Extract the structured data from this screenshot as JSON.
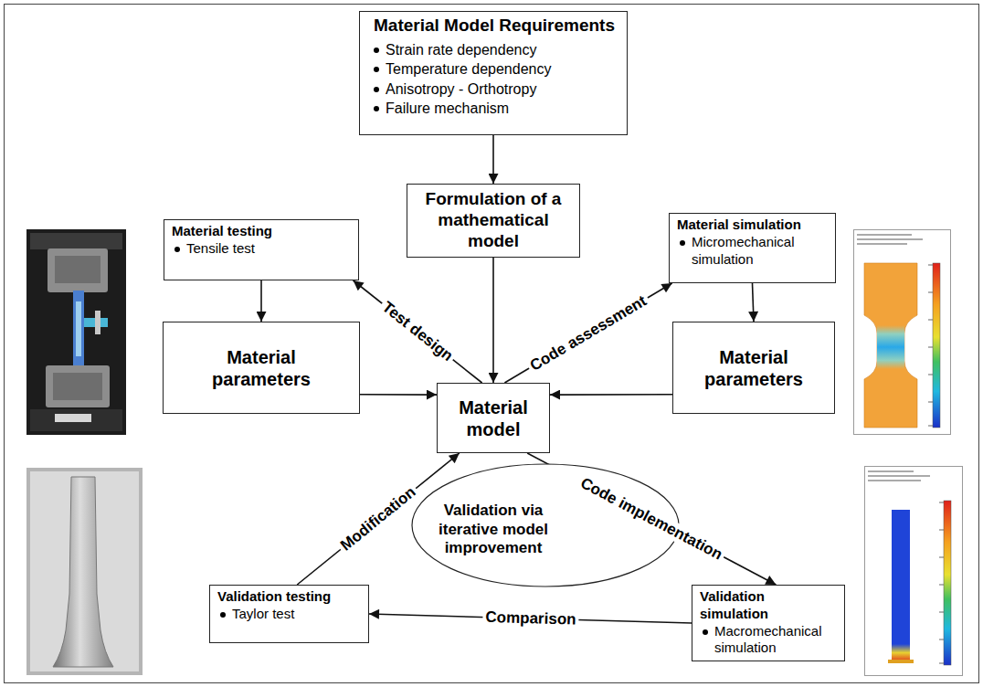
{
  "diagram": {
    "nodes": [
      {
        "text": [
          "Material Model Requirements",
          "Strain rate dependency",
          "Temperature dependency",
          "Anisotropy - Orthotropy",
          "Failure mechanism"
        ]
      },
      {
        "text": [
          "Formulation of a mathematical model"
        ]
      },
      {
        "text": [
          "Material testing",
          "Tensile test"
        ]
      },
      {
        "text": [
          "Material simulation",
          "Micromechanical simulation"
        ]
      },
      {
        "text": [
          "Material parameters"
        ]
      },
      {
        "text": [
          "Material model"
        ]
      },
      {
        "text": [
          "Material parameters"
        ]
      },
      {
        "text": [
          "Validation via iterative model improvement"
        ]
      },
      {
        "text": [
          "Validation testing",
          "Taylor test"
        ]
      },
      {
        "text": [
          "Validation simulation",
          "Macromechanical simulation"
        ]
      }
    ],
    "edges": [
      {
        "from": 0,
        "to": 1,
        "arrow": "to"
      },
      {
        "from": 1,
        "to": 5,
        "arrow": "to"
      },
      {
        "from": 5,
        "to": 2,
        "label": "Test design",
        "arrow": "to"
      },
      {
        "from": 5,
        "to": 3,
        "label": "Code assessment",
        "arrow": "to"
      },
      {
        "from": 2,
        "to": 4,
        "arrow": "to"
      },
      {
        "from": 3,
        "to": 6,
        "arrow": "to"
      },
      {
        "from": 4,
        "to": 5,
        "arrow": "to"
      },
      {
        "from": 6,
        "to": 5,
        "arrow": "to"
      },
      {
        "from": 8,
        "to": 5,
        "label": "Modification",
        "arrow": "to"
      },
      {
        "from": 5,
        "to": 9,
        "label": "Code implementation",
        "arrow": "to"
      },
      {
        "from": 9,
        "to": 8,
        "label": "Comparison",
        "arrow": "to"
      }
    ]
  }
}
